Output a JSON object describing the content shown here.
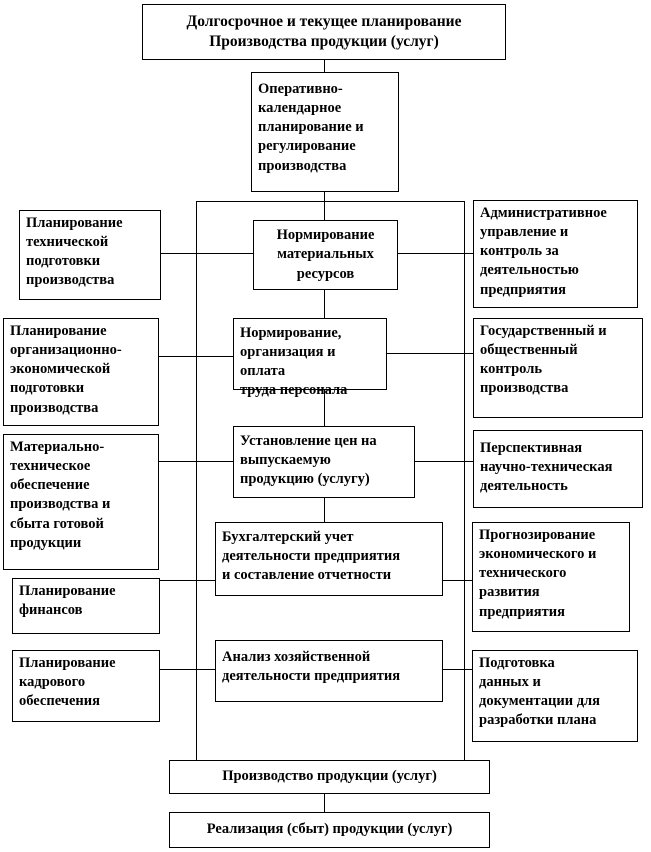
{
  "boxes": {
    "top_title": "Долгосрочное и текущее планирование\nПроизводства продукции (услуг)",
    "operational": "Оперативно-\nкалендарное\nпланирование и\nрегулирование\nпроизводства",
    "norm_materials": "Нормирование\nматериальных\nресурсов",
    "norm_labor": "Нормирование,\nорганизация и оплата\nтруда персонала",
    "prices": "Установление цен на\nвыпускаемую\nпродукцию (услугу)",
    "accounting": "Бухгалтерский учет\nдеятельности предприятия\nи составление отчетности",
    "analysis": "Анализ хозяйственной\nдеятельности предприятия",
    "production": "Производство продукции (услуг)",
    "sales": "Реализация (сбыт) продукции (услуг)",
    "left_tech_prep": "Планирование\nтехнической\nподготовки\nпроизводства",
    "left_org_econ": "Планирование\nорганизационно-\nэкономической\nподготовки\nпроизводства",
    "left_material_supply": "Материально-\nтехническое\nобеспечение\nпроизводства и\nсбыта готовой\nпродукции",
    "left_finance": "Планирование\nфинансов",
    "left_personnel": "Планирование\nкадрового\nобеспечения",
    "right_admin": "Административное\nуправление и\nконтроль за\nдеятельностью\nпредприятия",
    "right_state_control": "Государственный и\nобщественный\nконтроль\nпроизводства",
    "right_research": "Перспективная\nнаучно-техническая\nдеятельность",
    "right_forecast": "Прогнозирование\nэкономического и\nтехнического\nразвития\nпредприятия",
    "right_data_prep": "Подготовка\nданных и\nдокументации для\nразработки плана"
  }
}
